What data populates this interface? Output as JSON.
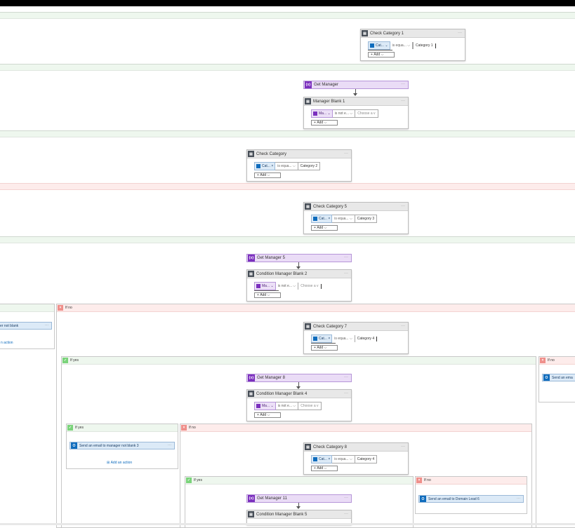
{
  "cards": {
    "check_category_1": {
      "title": "Check Category 1",
      "token": "Cat...",
      "op": "is equa...",
      "value": "Category 1",
      "add": "Add"
    },
    "manager_blank_1": {
      "title": "Manager Blank 1",
      "token": "Ma...",
      "op": "is not e...",
      "value": "Choose a v",
      "add": "Add"
    },
    "check_category": {
      "title": "Check Category",
      "token": "Cat...",
      "op": "is equa...",
      "value": "Category 2",
      "add": "Add"
    },
    "check_category_5": {
      "title": "Check Category 5",
      "token": "Cat...",
      "op": "is equa...",
      "value": "Category 3",
      "add": "Add"
    },
    "condition_manager_blank_2": {
      "title": "Condition Manager Blank 2",
      "token": "Ma...",
      "op": "is not e...",
      "value": "Choose a v",
      "add": "Add"
    },
    "check_category_7": {
      "title": "Check Category 7",
      "token": "Cat...",
      "op": "is equa...",
      "value": "Category 4",
      "add": "Add"
    },
    "condition_manager_blank_4": {
      "title": "Condition Manager Blank 4",
      "token": "Ma...",
      "op": "is not e...",
      "value": "Choose a v",
      "add": "Add"
    },
    "check_category_8": {
      "title": "Check Category 8",
      "token": "Cat...",
      "op": "is equa...",
      "value": "Category 4",
      "add": "Add"
    },
    "condition_manager_blank_5": {
      "title": "Condition Manager Blank 5"
    }
  },
  "variables": {
    "get_manager": "Get Manager",
    "get_manager_5": "Get Manager 5",
    "get_manager_8": "Get Manager 8",
    "get_manager_11": "Get Manager 11"
  },
  "branches": {
    "if_yes": "If yes",
    "if_no": "If no"
  },
  "emails": {
    "manager_not_blank_partial": "er not blank",
    "manager_not_blank_3": "Send an email to manager not blank 3",
    "domain_lead_6": "Send an email to Domain Lead 6",
    "send_partial": "Send an ema"
  },
  "links": {
    "add_action": "Add an action",
    "add_action_partial": "n action"
  },
  "icons": {
    "condition": "condition-icon",
    "variable": "variable-icon",
    "outlook": "outlook-icon",
    "check": "check-icon",
    "close": "close-icon"
  },
  "colors": {
    "yes_band": "#eef7ee",
    "no_band": "#fdeceb",
    "variable": "#7b2fbe",
    "condition": "#484f58",
    "email": "#0f6cbd"
  }
}
